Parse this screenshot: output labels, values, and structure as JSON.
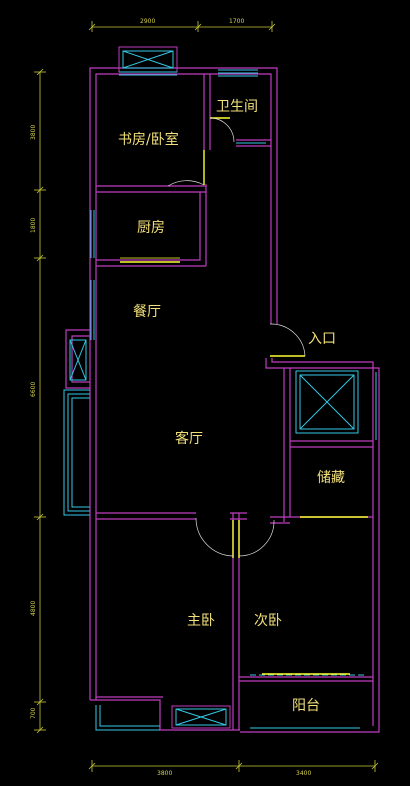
{
  "rooms": {
    "study": "书房/卧室",
    "bathroom": "卫生间",
    "kitchen": "厨房",
    "dining": "餐厅",
    "entrance": "入口",
    "living": "客厅",
    "storage": "储藏",
    "master_bedroom": "主卧",
    "second_bedroom": "次卧",
    "balcony": "阳台"
  },
  "dimensions": {
    "top_left": "2900",
    "top_right": "1700",
    "left_1": "3800",
    "left_2": "1800",
    "left_3": "6600",
    "left_4": "4800",
    "left_5": "700",
    "bottom_left": "3800",
    "bottom_right": "3400"
  },
  "colors": {
    "wall": "#c03cc0",
    "window": "#33c9e6",
    "door": "#ffff33",
    "dim_line": "#c8c83a",
    "label": "#f2e07a"
  }
}
